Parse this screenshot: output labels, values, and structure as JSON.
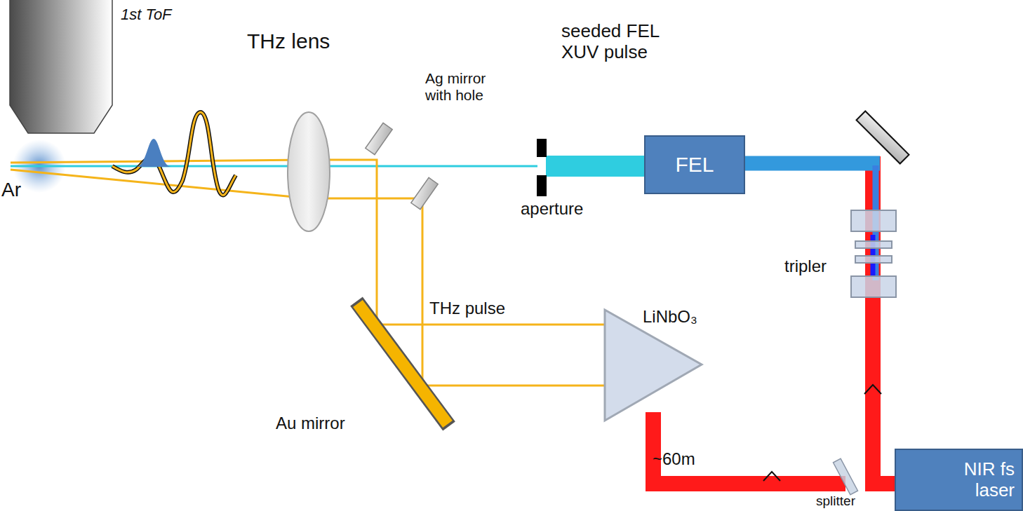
{
  "diagram": {
    "nodes": [
      {
        "text": [
          "FEL"
        ]
      },
      {
        "text": [
          "NIR fs laser"
        ]
      }
    ],
    "edges": [
      {
        "from": 1,
        "to": 0,
        "arrow": "none"
      }
    ],
    "labels": [
      "1st ToF",
      "THz lens",
      "Ag mirror with hole",
      "seeded FEL XUV pulse",
      "aperture",
      "tripler",
      "THz pulse",
      "LiNbO₃",
      "Au mirror",
      "~60m",
      "splitter",
      "Ar"
    ]
  }
}
